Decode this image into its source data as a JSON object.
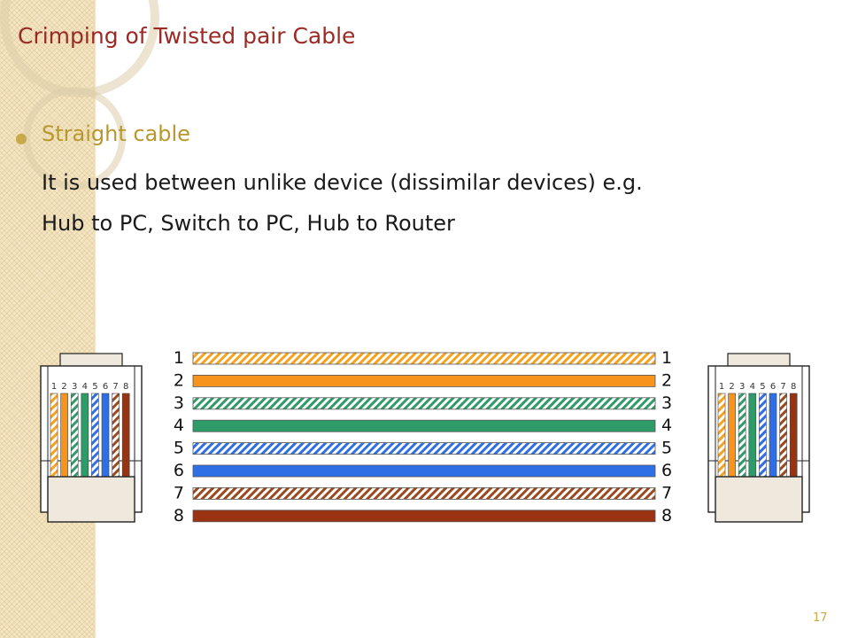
{
  "slide": {
    "title": "Crimping of Twisted pair Cable",
    "bullet": "Straight cable",
    "lines": [
      "It is used between unlike device (dissimilar devices) e.g.",
      "Hub to PC, Switch to PC, Hub to Router"
    ],
    "page_number": "17"
  },
  "diagram": {
    "left_labels": [
      "1",
      "2",
      "3",
      "4",
      "5",
      "6",
      "7",
      "8"
    ],
    "right_labels": [
      "1",
      "2",
      "3",
      "4",
      "5",
      "6",
      "7",
      "8"
    ],
    "connector_pin_labels": [
      "1",
      "2",
      "3",
      "4",
      "5",
      "6",
      "7",
      "8"
    ],
    "wires": [
      {
        "color": "#f7a21c",
        "striped": true
      },
      {
        "color": "#f7941d",
        "striped": false
      },
      {
        "color": "#2e9b68",
        "striped": true
      },
      {
        "color": "#2e9b68",
        "striped": false
      },
      {
        "color": "#2f6fe6",
        "striped": true
      },
      {
        "color": "#2f6fe6",
        "striped": false
      },
      {
        "color": "#9a4a1e",
        "striped": true
      },
      {
        "color": "#9a3312",
        "striped": false
      }
    ]
  }
}
